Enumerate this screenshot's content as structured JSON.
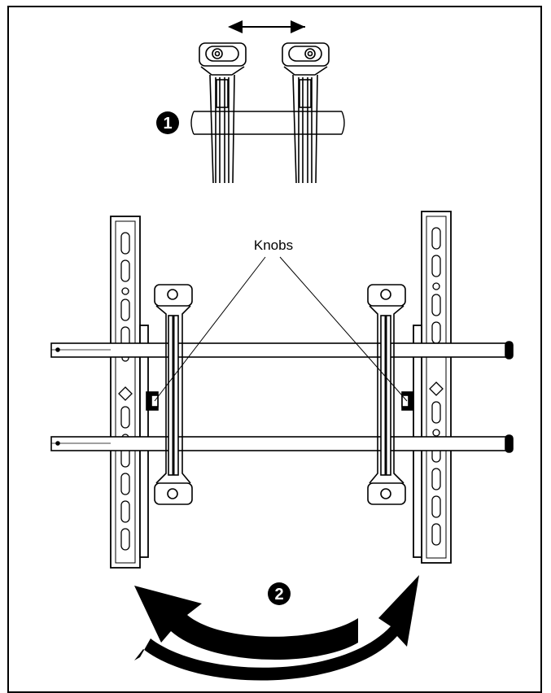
{
  "callout": {
    "label": "Knobs"
  },
  "steps": [
    {
      "number": "1"
    },
    {
      "number": "2"
    }
  ],
  "colors": {
    "line": "#000000",
    "fill_light": "#ffffff",
    "fill_dark": "#000000"
  }
}
